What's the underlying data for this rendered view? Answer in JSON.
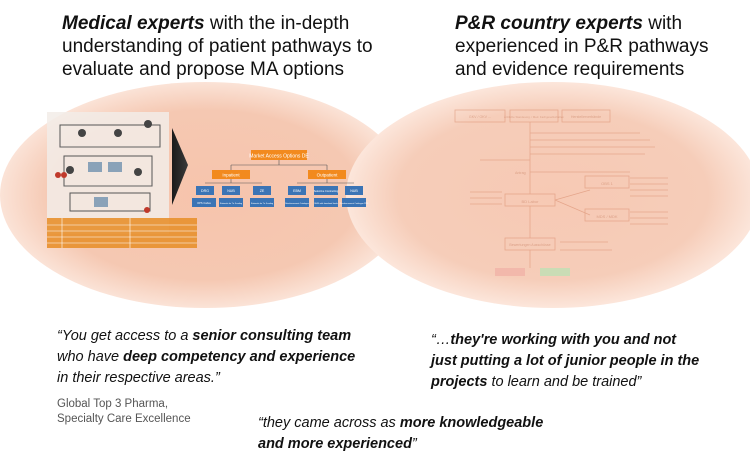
{
  "left_heading": {
    "bold": "Medical experts",
    "rest_line1": " with the in-depth",
    "line2": "understanding of patient pathways to",
    "line3": "evaluate and propose MA options"
  },
  "right_heading": {
    "bold": "P&R country experts",
    "rest_line1": " with",
    "line2": "experienced in P&R pathways",
    "line3": "and evidence requirements"
  },
  "tree": {
    "root": "Market Access Options DE",
    "level1": [
      "Inpatient",
      "Outpatient"
    ],
    "level2": [
      "DRG",
      "NUB",
      "ZE",
      "EBM",
      "Selective Contracting",
      "NUB"
    ],
    "level3": [
      "OPS Codes",
      "Rationale for Tic Funding",
      "Rationale for Tic Funding",
      "Reimbursement Catalogue",
      "SHIN with download funds",
      "Reimbursement Catalogue PPD"
    ]
  },
  "flow": {
    "top_boxes": [
      "GKV / OKV ... ",
      "Ärztliche Standesorg. / Med. Fachgesellschaften",
      "Herstellerverbände"
    ],
    "center_box": "BD Labor",
    "center_label": "Antrag",
    "right_boxes": [
      "OBS 1",
      "MDS / MDK"
    ],
    "bottom_box": "Bewertungen Ausschüsse",
    "green_label": "",
    "red_label": ""
  },
  "quote_left": {
    "open": "“You get access to a ",
    "bold1": "senior consulting team",
    "line2_pre": "who have ",
    "bold2": "deep competency and experience",
    "line3": "in their respective areas.",
    "close": "”"
  },
  "attribution": {
    "line1": "Global Top 3 Pharma,",
    "line2": "Specialty Care Excellence"
  },
  "quote_right": {
    "open": "“…",
    "bold1": "they're working with you and not",
    "bold2": "just putting a lot of junior people in the",
    "bold3": "projects",
    "rest3": " to learn and be trained”"
  },
  "quote_bottom": {
    "open": "“they came across as ",
    "bold1": "more knowledgeable",
    "bold2": "and more experienced",
    "close": "”"
  },
  "colors": {
    "ellipse_fill": "#f4c9b3",
    "ellipse_glow": "#fbe6db",
    "tree_orange": "#f28a1e",
    "tree_blue": "#3b74b5",
    "pathway_orange": "#e8902e",
    "flow_box": "#f6b79a"
  }
}
